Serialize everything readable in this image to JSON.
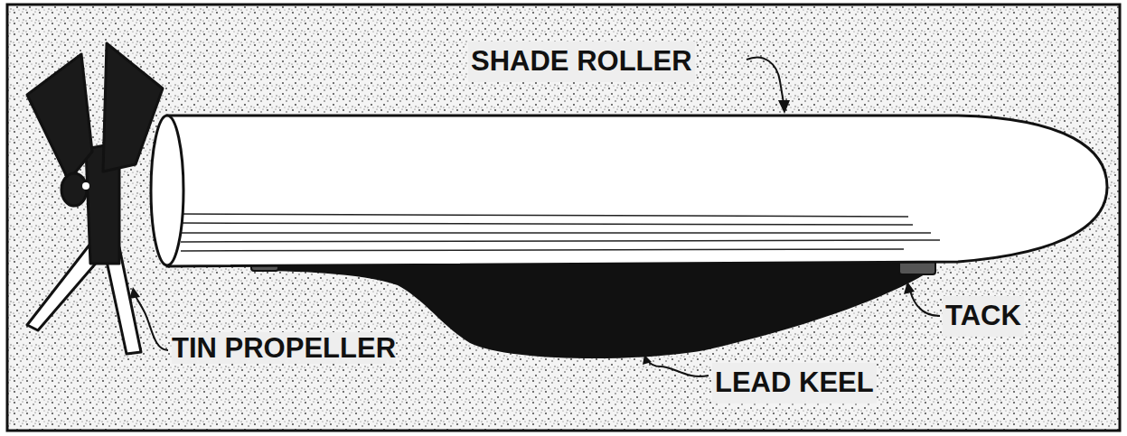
{
  "diagram": {
    "labels": [
      "SHADE ROLLER",
      "TACK",
      "TIN PROPELLER",
      "LEAD KEEL"
    ]
  }
}
